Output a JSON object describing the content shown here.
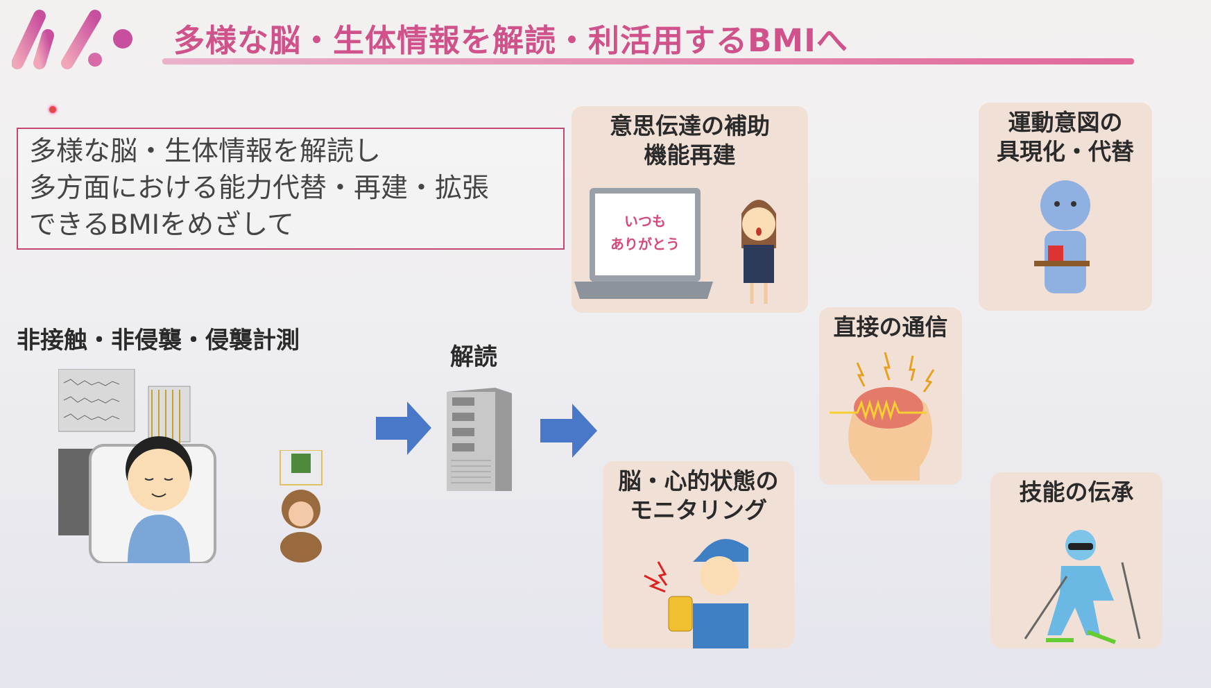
{
  "header": {
    "title": "多様な脳・生体情報を解読・利活用するBMIへ"
  },
  "summary": {
    "lines": [
      "多様な脳・生体情報を解読し",
      "多方面における能力代替・再建・拡張",
      "できるBMIをめざして"
    ]
  },
  "flow": {
    "measurement_label": "非接触・非侵襲・侵襲計測",
    "decode_label": "解読"
  },
  "applications": [
    {
      "lines": [
        "意思伝達の補助",
        "機能再建"
      ],
      "screen_text": [
        "いつも",
        "ありがとう"
      ]
    },
    {
      "lines": [
        "運動意図の",
        "具現化・代替"
      ]
    },
    {
      "lines": [
        "直接の通信"
      ]
    },
    {
      "lines": [
        "脳・心的状態の",
        "モニタリング"
      ]
    },
    {
      "lines": [
        "技能の伝承"
      ]
    }
  ],
  "colors": {
    "accent": "#d0528a",
    "arrow": "#4a78c8",
    "card": "#f1e0d6"
  }
}
